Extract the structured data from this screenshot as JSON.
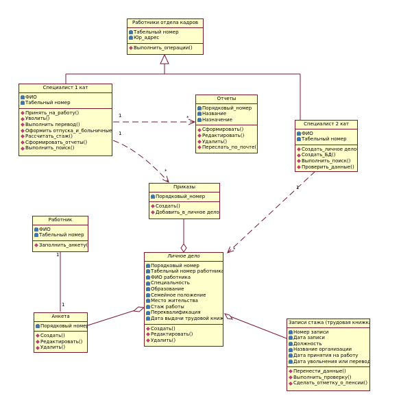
{
  "classes": {
    "hr_staff": {
      "title": "Работники отдела кадров",
      "attributes": [
        "Табельный номер",
        "Юр_адрес"
      ],
      "operations": [
        "Выполнить_операции()"
      ]
    },
    "spec1": {
      "title": "Специалист 1 кат",
      "attributes": [
        "ФИО",
        "Табельный номер"
      ],
      "operations": [
        "Принять_на_работу()",
        "Уволить()",
        "Выполнить перевод()",
        "Оформить отпуска_и_больничные()",
        "Рассчитать_стаж()",
        "Сформировать_отчеты()",
        "Выполнить_поиск()"
      ]
    },
    "reports": {
      "title": "Отчеты",
      "attributes": [
        "Порядковый_номер",
        "Название",
        "Назначение"
      ],
      "operations": [
        "Сформировать()",
        "Редактировать()",
        "Удалить()",
        "Переслать_по_почте()"
      ]
    },
    "spec2": {
      "title": "Специалист 2 кат",
      "attributes": [
        "ФИО",
        "Табельный номер"
      ],
      "operations": [
        "Создать_личное дело()",
        "Создать_БД()",
        "Выполнить_поиск()",
        "Проверить_данные()"
      ]
    },
    "orders": {
      "title": "Приказы",
      "attributes": [
        "Порядковый_номер"
      ],
      "operations": [
        "Создать()",
        "Добавить_в_личное дело()"
      ]
    },
    "worker": {
      "title": "Работник",
      "attributes": [
        "ФИО",
        "Табельный номер"
      ],
      "operations": [
        "Заполнить_анкету()"
      ]
    },
    "personal_file": {
      "title": "Личное дело",
      "attributes": [
        "Порядковый номер",
        "Табельный номер работника",
        "ФИО работника",
        "Специальность",
        "Образование",
        "Семейное положение",
        "Место жительства",
        "Стаж работы",
        "Переквалификация",
        "Дата выдачи трудовой книжки"
      ],
      "operations": [
        "Создать()",
        "Редактировать()",
        "Удалить()"
      ]
    },
    "form": {
      "title": "Анкета",
      "attributes": [
        "Порядковый номер"
      ],
      "operations": [
        "Создать()",
        "Редактировать()",
        "Удалить()"
      ]
    },
    "workbook": {
      "title": "Записи стажа (трудовая книжка)",
      "attributes": [
        "Номер записи",
        "Дата записи",
        "Должность",
        "Название организации",
        "Дата принятия на работу",
        "Дата увольнения или перевода"
      ],
      "operations": [
        "Перенести_данные()",
        "Выполнить_проверку()",
        "Сделать_отметку_о_пенсии()"
      ]
    }
  },
  "multiplicities": {
    "spec1_reports_from": "1",
    "spec1_reports_to": "*",
    "spec1_orders_from": "1",
    "spec1_orders_to": "*",
    "spec2_file_from": "1",
    "spec2_file_to": "*",
    "worker_form_from": "1",
    "worker_form_to": "1"
  },
  "colors": {
    "line": "#7a1630",
    "box_fill": "#ffffcc",
    "box_border": "#7a1630"
  }
}
